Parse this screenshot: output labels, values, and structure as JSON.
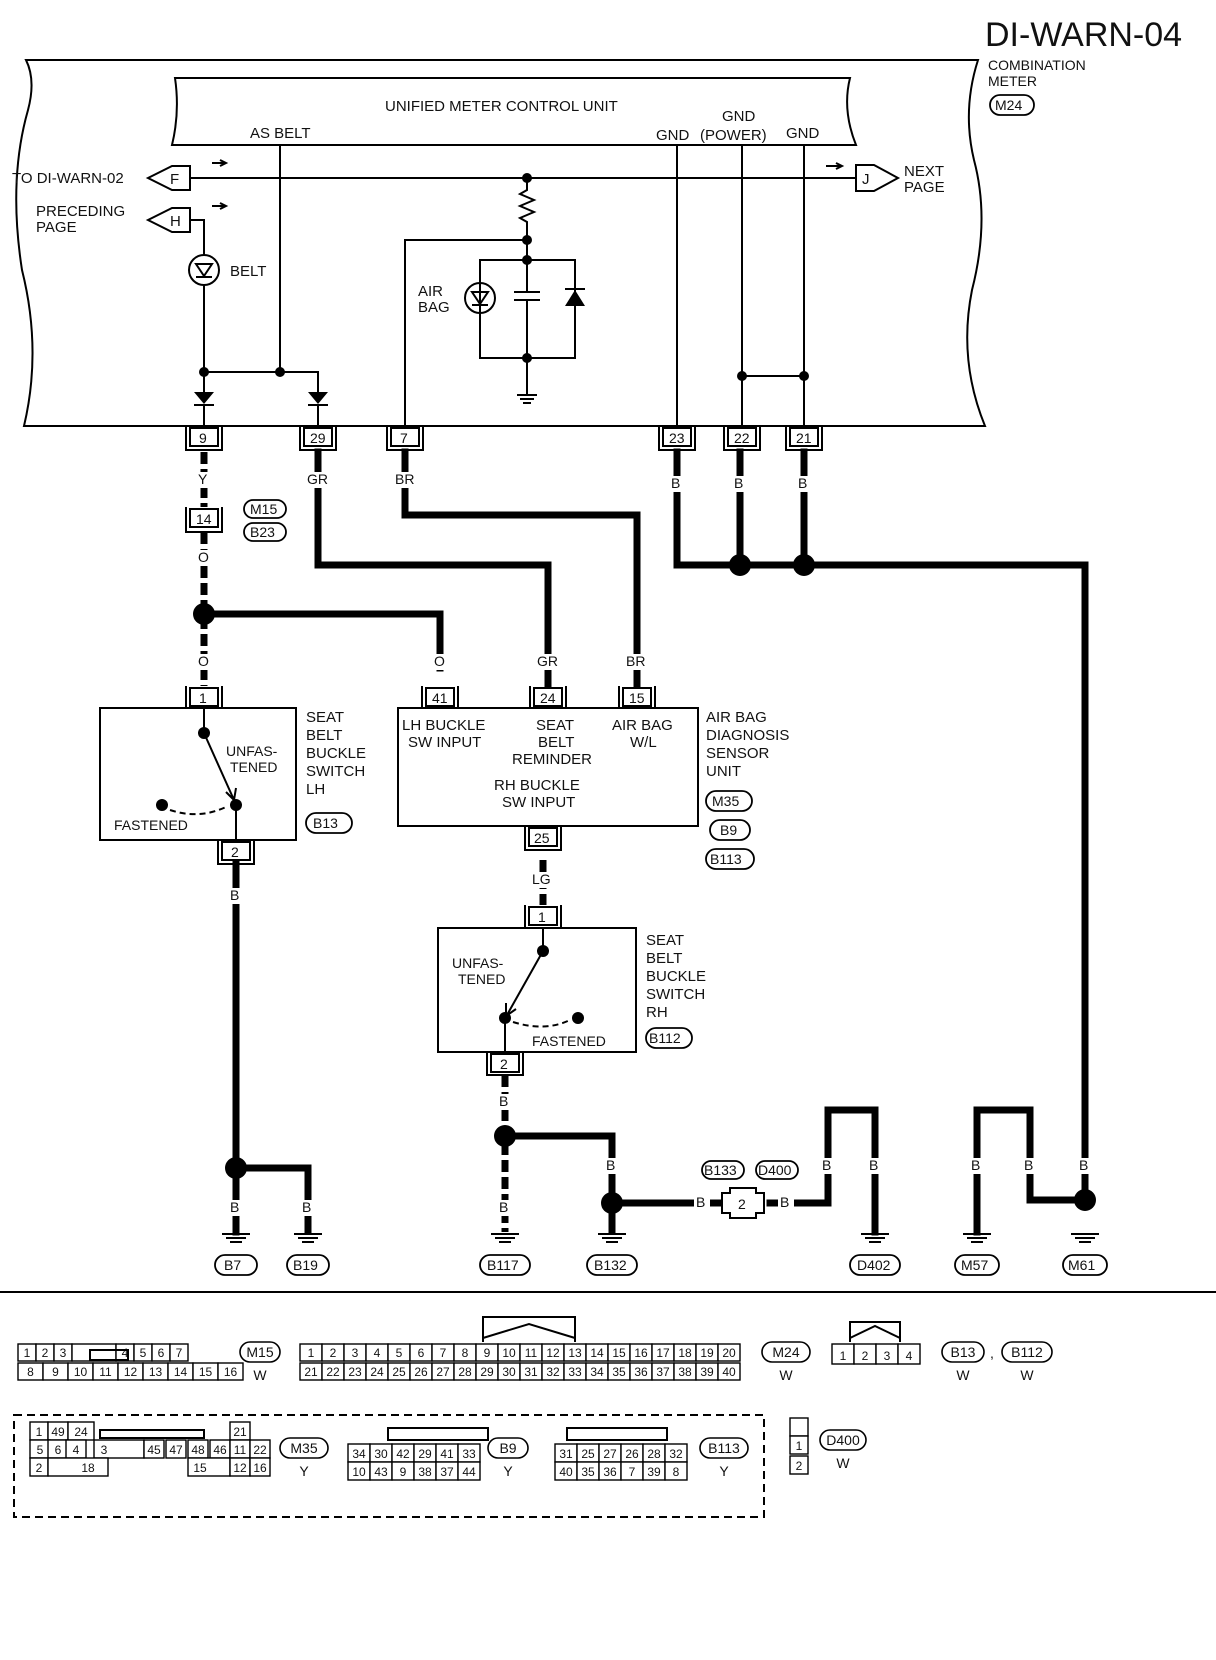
{
  "page_code": "DI-WARN-04",
  "combination_meter": {
    "label_lines": [
      "COMBINATION",
      "METER"
    ],
    "connector": "M24",
    "control_unit": "UNIFIED METER CONTROL UNIT",
    "terminals": {
      "as_belt": "AS BELT",
      "gnd_left": "GND",
      "gnd_power_top": "GND",
      "gnd_power_bottom": "(POWER)",
      "gnd_right": "GND"
    },
    "belt_lamp": "BELT",
    "airbag_lamp_lines": [
      "AIR",
      "BAG"
    ]
  },
  "offpage": {
    "to_label": "TO DI-WARN-02",
    "to_letter": "F",
    "preceding_lines": [
      "PRECEDING",
      "PAGE"
    ],
    "preceding_letter": "H",
    "next_lines": [
      "NEXT",
      "PAGE"
    ],
    "next_letter": "J"
  },
  "meter_pins": {
    "p9": "9",
    "p29": "29",
    "p7": "7",
    "p23": "23",
    "p22": "22",
    "p21": "21"
  },
  "wire_colors": {
    "y": "Y",
    "gr": "GR",
    "br": "BR",
    "b": "B",
    "o": "O",
    "lg": "LG"
  },
  "junction_connector": {
    "pin": "14",
    "connectors": [
      "M15",
      "B23"
    ]
  },
  "seat_belt_lh": {
    "label_lines": [
      "SEAT",
      "BELT",
      "BUCKLE",
      "SWITCH",
      "LH"
    ],
    "connector": "B13",
    "pin_top": "1",
    "pin_bottom": "2",
    "unfastened_lines": [
      "UNFAS-",
      "TENED"
    ],
    "fastened": "FASTENED"
  },
  "airbag_unit": {
    "label_lines": [
      "AIR BAG",
      "DIAGNOSIS",
      "SENSOR",
      "UNIT"
    ],
    "connectors": [
      "M35",
      "B9",
      "B113"
    ],
    "pins": {
      "p41": "41",
      "p24": "24",
      "p15": "15",
      "p25": "25"
    },
    "lh_buckle_lines": [
      "LH BUCKLE",
      "SW INPUT"
    ],
    "reminder_lines": [
      "SEAT",
      "BELT",
      "REMINDER"
    ],
    "airbag_wl_lines": [
      "AIR BAG",
      "W/L"
    ],
    "rh_buckle_lines": [
      "RH BUCKLE",
      "SW INPUT"
    ]
  },
  "seat_belt_rh": {
    "label_lines": [
      "SEAT",
      "BELT",
      "BUCKLE",
      "SWITCH",
      "RH"
    ],
    "connector": "B112",
    "pin_top": "1",
    "pin_bottom": "2",
    "unfastened_lines": [
      "UNFAS-",
      "TENED"
    ],
    "fastened": "FASTENED"
  },
  "inline_connector": {
    "pin": "2",
    "connectors": [
      "B133",
      "D400"
    ]
  },
  "grounds": [
    "B7",
    "B19",
    "B117",
    "B132",
    "D402",
    "M57",
    "M61"
  ],
  "connector_views": {
    "m15": {
      "name": "M15",
      "color": "W",
      "row1": [
        "1",
        "2",
        "3",
        "",
        "4",
        "5",
        "6",
        "7"
      ],
      "row2": [
        "8",
        "9",
        "10",
        "11",
        "12",
        "13",
        "14",
        "15",
        "16"
      ]
    },
    "m24": {
      "name": "M24",
      "color": "W",
      "row1": [
        "1",
        "2",
        "3",
        "4",
        "5",
        "6",
        "7",
        "8",
        "9",
        "10",
        "11",
        "12",
        "13",
        "14",
        "15",
        "16",
        "17",
        "18",
        "19",
        "20"
      ],
      "row2": [
        "21",
        "22",
        "23",
        "24",
        "25",
        "26",
        "27",
        "28",
        "29",
        "30",
        "31",
        "32",
        "33",
        "34",
        "35",
        "36",
        "37",
        "38",
        "39",
        "40"
      ]
    },
    "b13_b112": {
      "names": [
        "B13",
        "B112"
      ],
      "colors": [
        "W",
        "W"
      ],
      "row1": [
        "1",
        "2",
        "3",
        "4"
      ]
    },
    "m35": {
      "name": "M35",
      "color": "Y",
      "row1": [
        "1",
        "49",
        "24",
        "21"
      ],
      "row2": [
        "5",
        "6",
        "4",
        "3",
        "45",
        "47",
        "48",
        "46",
        "11",
        "22"
      ],
      "row3": [
        "2",
        "18",
        "15",
        "12",
        "16"
      ]
    },
    "b9": {
      "name": "B9",
      "color": "Y",
      "row1": [
        "34",
        "30",
        "42",
        "29",
        "41",
        "33"
      ],
      "row2": [
        "10",
        "43",
        "9",
        "38",
        "37",
        "44"
      ]
    },
    "b113": {
      "name": "B113",
      "color": "Y",
      "row1": [
        "31",
        "25",
        "27",
        "26",
        "28",
        "32"
      ],
      "row2": [
        "40",
        "35",
        "36",
        "7",
        "39",
        "8"
      ]
    },
    "d400": {
      "name": "D400",
      "color": "W",
      "pins": [
        "1",
        "2"
      ]
    }
  }
}
